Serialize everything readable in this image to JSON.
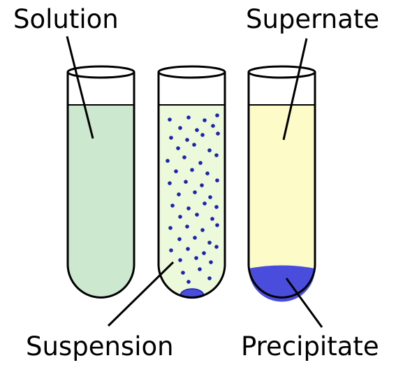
{
  "labels": {
    "solution": "Solution",
    "supernate": "Supernate",
    "suspension": "Suspension",
    "precipitate": "Precipitate"
  },
  "colors": {
    "solution_fill": "#cce8cf",
    "suspension_fill": "#ecfadb",
    "particle": "#1b23b0",
    "supernate_fill": "#fdfcc8",
    "precipitate_fill": "#4a4ddc",
    "outline": "#000000"
  }
}
